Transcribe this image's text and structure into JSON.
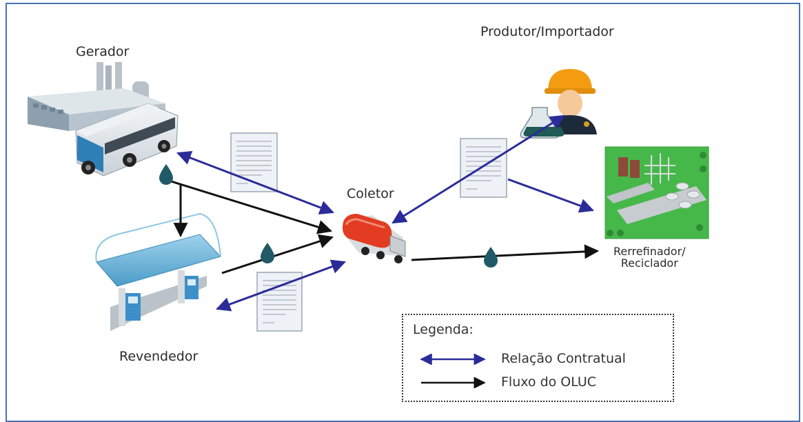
{
  "nodes": {
    "gerador": "Gerador",
    "produtor": "Produtor/Importador",
    "coletor": "Coletor",
    "rerrefinador_line1": "Rerrefinador/",
    "rerrefinador_line2": "Reciclador",
    "revendedor": "Revendedor"
  },
  "legend": {
    "title": "Legenda:",
    "items": [
      {
        "label": "Relação Contratual",
        "icon": "double-arrow-blue",
        "color": "#2b2b9a"
      },
      {
        "label": "Fluxo do OLUC",
        "icon": "arrow-black",
        "color": "#111111"
      }
    ]
  },
  "colors": {
    "contract": "#2b2b9a",
    "flow": "#111111",
    "drop": "#1f5a66",
    "frame": "#4a6fb5"
  }
}
